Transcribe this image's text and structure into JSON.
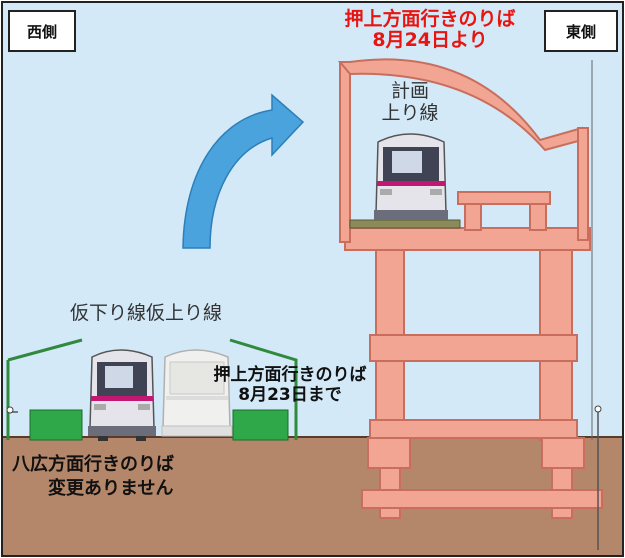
{
  "labels": {
    "west": "西側",
    "east": "東側",
    "new_platform_line1": "押上方面行きのりば",
    "new_platform_line2": "8月24日より",
    "planned_line1": "計画",
    "planned_line2": "上り線",
    "temp_lines": "仮下り線仮上り線",
    "old_platform_line1": "押上方面行きのりば",
    "old_platform_line2": "8月23日まで",
    "hachiko_line1": "八広方面行きのりば",
    "hachiko_line2": "変更ありません"
  },
  "colors": {
    "sky": "#d3e9f7",
    "ground": "#b4876a",
    "structure": "#f2a593",
    "structure_edge": "#c96e5c",
    "platform_green": "#2fa84a",
    "arrow_blue": "#4aa3dd",
    "train_body": "#e4e4ea",
    "train_stripe": "#c21874",
    "title_red": "#e8140f"
  }
}
